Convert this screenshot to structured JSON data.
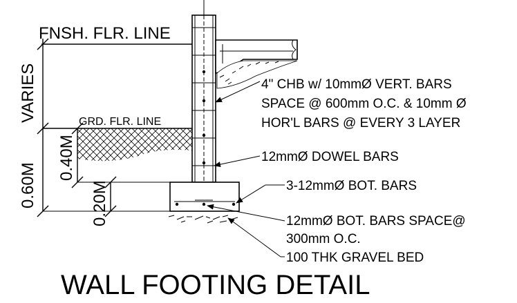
{
  "title": "WALL FOOTING DETAIL",
  "levels": {
    "finish_floor": "FNSH. FLR. LINE",
    "ground_floor": "GRD. FLR. LINE"
  },
  "dimensions": {
    "varies": "VARIES",
    "d060": "0.60M",
    "d040": "0.40M",
    "d020": "0.20M"
  },
  "callouts": {
    "chb_1": "4\" CHB w/ 10mmØ VERT. BARS",
    "chb_2": "SPACE @ 600mm O.C. & 10mm Ø",
    "chb_3": "HOR'L BARS @ EVERY 3 LAYER",
    "dowel": "12mmØ DOWEL BARS",
    "bot_bars": "3-12mmØ BOT. BARS",
    "bot_space_1": "12mmØ BOT. BARS SPACE@",
    "bot_space_2": "300mm O.C.",
    "gravel": "100 THK GRAVEL BED"
  }
}
